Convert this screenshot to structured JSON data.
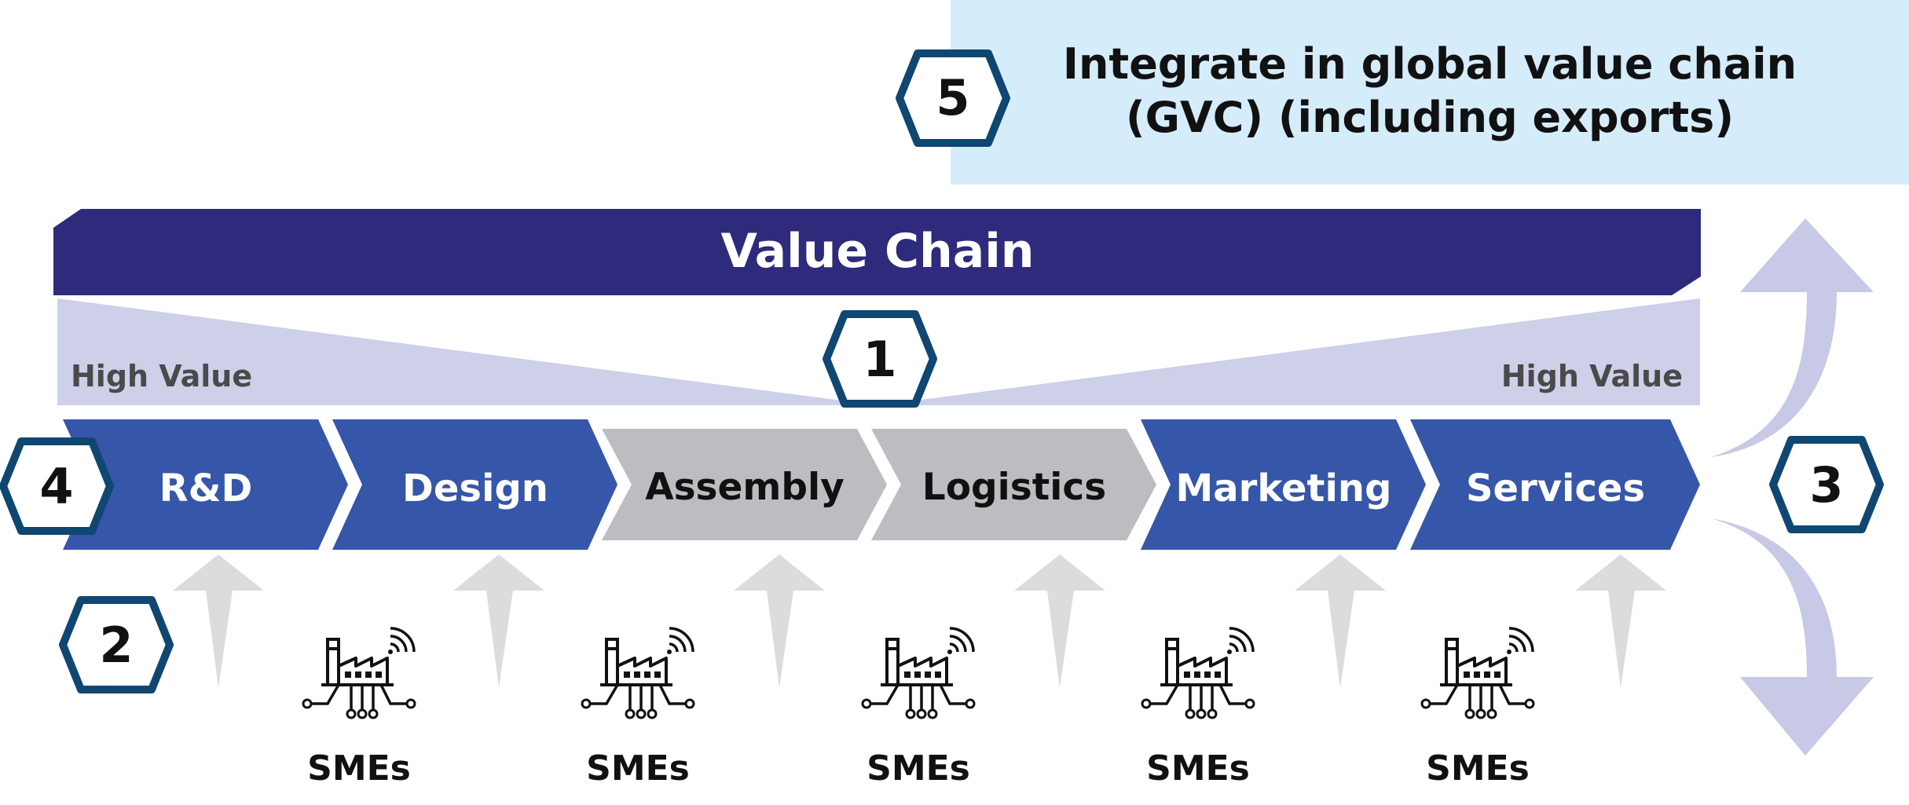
{
  "gvc": {
    "line1": "Integrate in global value chain",
    "line2": "(GVC) (including exports)"
  },
  "value_chain": {
    "title": "Value Chain",
    "high_value_left": "High Value",
    "high_value_right": "High Value"
  },
  "stages": [
    {
      "label": "R&D",
      "tone": "blue"
    },
    {
      "label": "Design",
      "tone": "blue"
    },
    {
      "label": "Assembly",
      "tone": "gray"
    },
    {
      "label": "Logistics",
      "tone": "gray"
    },
    {
      "label": "Marketing",
      "tone": "blue"
    },
    {
      "label": "Services",
      "tone": "blue"
    }
  ],
  "badges": {
    "b1": "1",
    "b2": "2",
    "b3": "3",
    "b4": "4",
    "b5": "5"
  },
  "smes": [
    "SMEs",
    "SMEs",
    "SMEs",
    "SMEs",
    "SMEs"
  ],
  "icons": {
    "factory": "factory-icon",
    "up_arrow": "up-arrow-icon",
    "curved_arrow": "curved-arrow-icon"
  },
  "colors": {
    "navy": "#2e2a7c",
    "blue": "#3656a9",
    "gray": "#bcbdc1",
    "lavender": "#cdd0e8",
    "light_blue": "#d5ecfa",
    "badge_border": "#0f4772",
    "arrow_gray": "#dcdcdc",
    "dark_text": "#4a4a4a"
  }
}
